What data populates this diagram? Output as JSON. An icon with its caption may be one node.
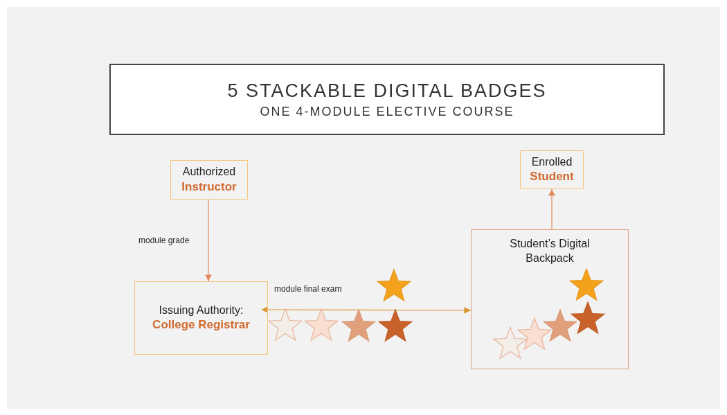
{
  "diagram": {
    "title": "5 STACKABLE DIGITAL BADGES",
    "nodes": [
      {
        "text": [
          "Authorized",
          "Instructor"
        ]
      },
      {
        "text": [
          "Issuing Authority:",
          "College Registrar"
        ]
      },
      {
        "text": [
          "Enrolled",
          "Student"
        ]
      },
      {
        "text": [
          "Student’s Digital Backpack"
        ]
      }
    ],
    "edges": [
      {
        "from": 0,
        "to": 1,
        "arrow": "to",
        "label": "module grade"
      },
      {
        "from": 1,
        "to": 3,
        "arrow": "both",
        "label": "module final exam",
        "color": "#d9962e"
      },
      {
        "from": 3,
        "to": 2,
        "arrow": "to"
      }
    ],
    "labels": [
      "ONE 4-MODULE ELECTIVE COURSE"
    ]
  }
}
